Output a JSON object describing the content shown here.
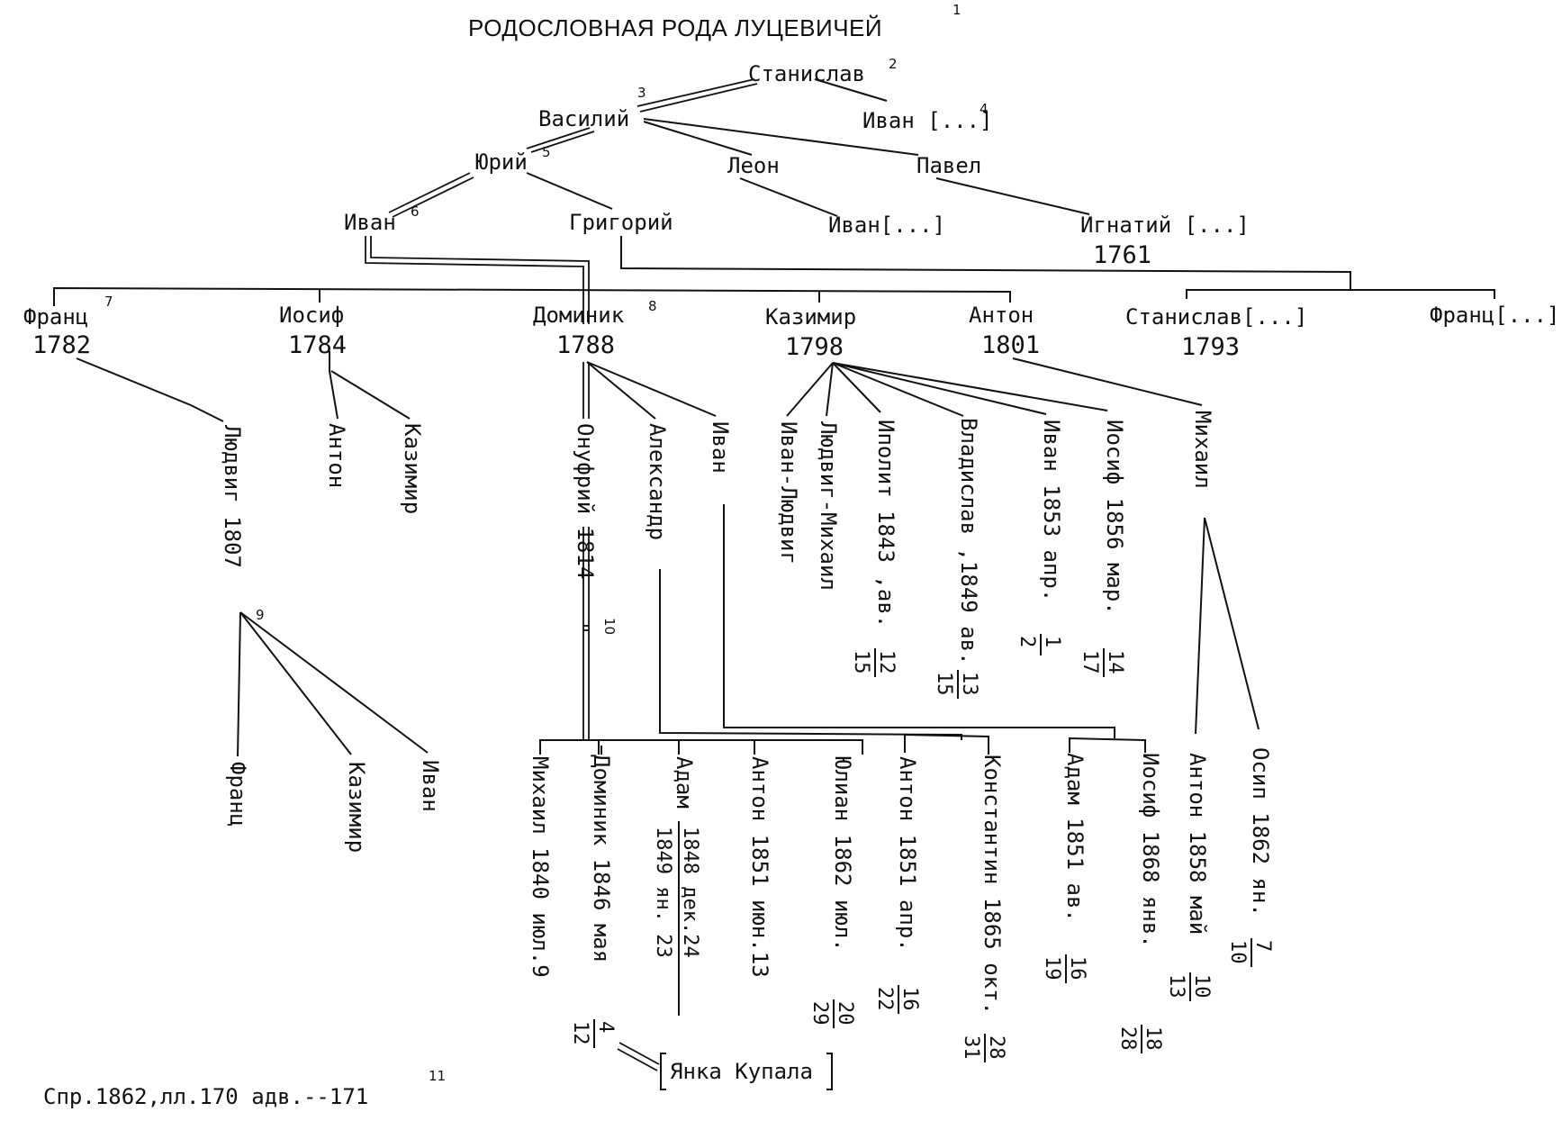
{
  "title": "РОДОСЛОВНАЯ РОДА ЛУЦЕВИЧЕЙ",
  "title_note": "1",
  "source": "Спр.1862,лл.170 адв.--171",
  "source_note": "11",
  "people": {
    "stanislav_root": "Станислав",
    "vasiliy": "Василий",
    "ivan_g1": "Иван [...]",
    "yuriy": "Юрий",
    "leon": "Леон",
    "pavel": "Павел",
    "ivan_g2": "Иван",
    "grigoriy": "Григорий",
    "ivan_leon": "Иван[...]",
    "ignatiy": "Игнатий [...]",
    "ignatiy_year": "1761",
    "franc": "Франц",
    "franc_year": "1782",
    "iosif": "Иосиф",
    "iosif_year": "1784",
    "dominik": "Доминик",
    "dominik_year": "1788",
    "kazimir": "Казимир",
    "kazimir_year": "1798",
    "anton": "Антон",
    "anton_year": "1801",
    "stanislav_g4": "Станислав[...]",
    "stanislav_g4_year": "1793",
    "franc_g4": "Франц[...]",
    "ludvig": "Людвиг 1807",
    "anton_iosif": "Антон",
    "kazimir_iosif": "Казимир",
    "onufriy": "Онуфрий 1814",
    "aleksandr": "Александр",
    "ivan_dominik": "Иван",
    "ivan_ludvig": "Иван-Людвиг",
    "ludvig_mihail": "Людвиг-Михаил",
    "ipolit": "Иполит 1843 ,ав.",
    "vladislav": "Владислав ,1849 ав.",
    "ivan_1853": "Иван 1853 апр.",
    "iosif_1856": "Иосиф 1856 мар.",
    "mihail_anton": "Михаил",
    "franc_ludvig": "Франц",
    "kazimir_ludvig": "Казимир",
    "ivan_ludvig2": "Иван",
    "mihail_1840": "Михаил 1840 июл.9",
    "dominik_1846": "Доминик 1846 мая",
    "adam_1848": "Адам",
    "adam_1848_top": "1848 дек.24",
    "adam_1848_bottom": "1849 ян. 23",
    "anton_1851a": "Антон 1851 июн.13",
    "yulian_1862": "Юлиан 1862 июл.",
    "anton_1851b": "Антон 1851 апр.",
    "konstantin_1865": "Константин 1865 окт.",
    "adam_1851": "Адам 1851 ав.",
    "iosif_1868": "Иосиф 1868 янв.",
    "anton_1858": "Антон 1858 май",
    "osip_1862": "Осип 1862 ян.",
    "yanka": "Янка Купала"
  },
  "fractions": {
    "ipolit": [
      "12",
      "15"
    ],
    "vladislav": [
      "13",
      "15"
    ],
    "ivan_1853": [
      "1",
      "2"
    ],
    "iosif_1856": [
      "14",
      "17"
    ],
    "dominik_1846": [
      "4",
      "12"
    ],
    "yulian_1862": [
      "20",
      "29"
    ],
    "anton_1851b": [
      "16",
      "22"
    ],
    "konstantin_1865": [
      "28",
      "31"
    ],
    "adam_1851": [
      "16",
      "19"
    ],
    "iosif_1868": [
      "18",
      "28"
    ],
    "anton_1858": [
      "10",
      "13"
    ],
    "osip_1862": [
      "7",
      "10"
    ]
  },
  "notes": {
    "n2": "2",
    "n3": "3",
    "n4": "4",
    "n5": "5",
    "n6": "6",
    "n7": "7",
    "n8": "8",
    "n9": "9",
    "n10": "10"
  }
}
